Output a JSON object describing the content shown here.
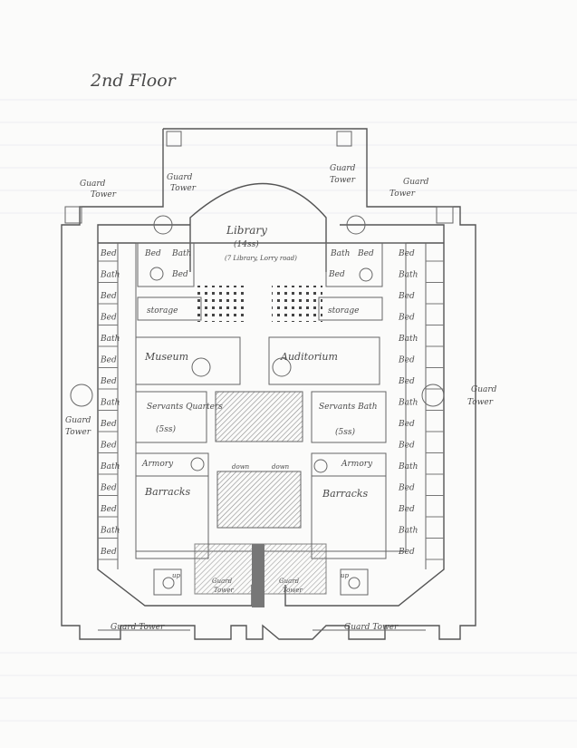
{
  "page": {
    "title": "2nd Floor",
    "colors": {
      "paper": "#fbfbfa",
      "pencil": "#555555",
      "rule": "#e6e6ee",
      "hatch": "#9a9a9a"
    }
  },
  "rooms": {
    "library": "Library",
    "library_size": "(14ss)",
    "library_note": "(7 Library, Lorry road)",
    "storage": "storage",
    "museum": "Museum",
    "auditorium": "Auditorium",
    "servants_quarters": "Servants Quarters",
    "servants_quarters_size": "(5ss)",
    "servants_bath": "Servants Bath",
    "servants_bath_size": "(5ss)",
    "armory": "Armory",
    "barracks": "Barracks",
    "bed": "Bed",
    "bath": "Bath",
    "up": "up",
    "down": "down"
  },
  "towers": {
    "guard_tower_a": "Guard",
    "guard_tower_b": "Tower",
    "guard_tower": "Guard Tower"
  },
  "icons": [
    "spiral-stair-icon",
    "tower-arrow-icon"
  ]
}
